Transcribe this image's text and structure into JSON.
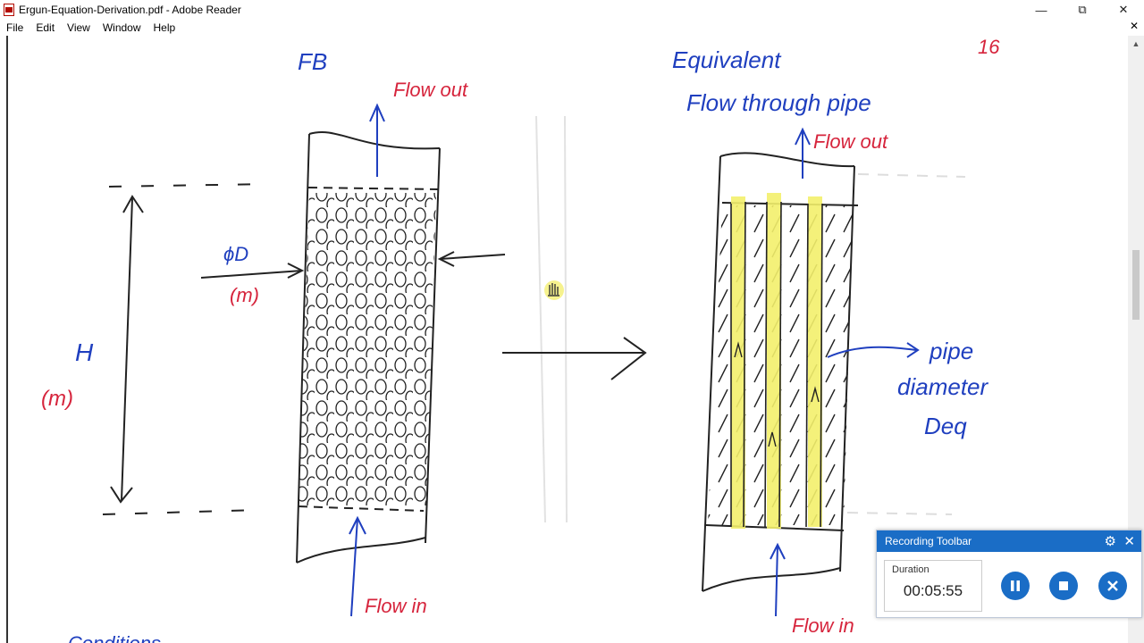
{
  "window": {
    "title": "Ergun-Equation-Derivation.pdf - Adobe Reader"
  },
  "menu": {
    "items": [
      "File",
      "Edit",
      "View",
      "Window",
      "Help"
    ]
  },
  "document": {
    "page_mark": "16",
    "left_label": "FB",
    "flow_out_left": "Flow out",
    "flow_in_left": "Flow in",
    "diameter_label": "ϕD",
    "diameter_unit": "(m)",
    "height_label": "H",
    "height_unit": "(m)",
    "right_title_1": "Equivalent",
    "right_title_2": "Flow through pipe",
    "flow_out_right": "Flow out",
    "flow_in_right": "Flow in",
    "pipe_label_1": "pipe",
    "pipe_label_2": "diameter",
    "pipe_label_3": "Deq",
    "bottom_fragment": "Conditions"
  },
  "recording_toolbar": {
    "title": "Recording Toolbar",
    "duration_label": "Duration",
    "duration_value": "00:05:55"
  }
}
